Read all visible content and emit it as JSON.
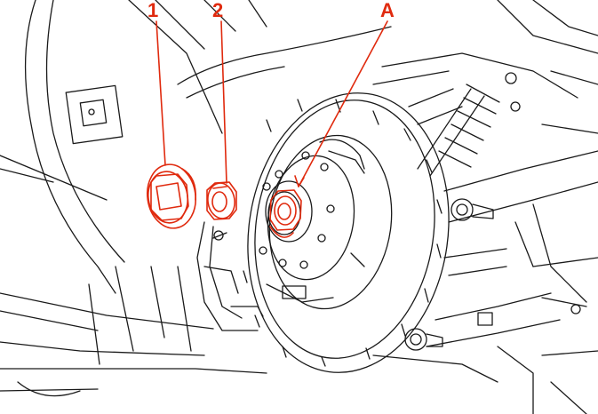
{
  "callouts": {
    "label_1": "1",
    "label_2": "2",
    "label_A": "A"
  },
  "colors": {
    "line_art": "#1a1a1a",
    "highlight": "#e02a0e",
    "background": "#ffffff"
  }
}
